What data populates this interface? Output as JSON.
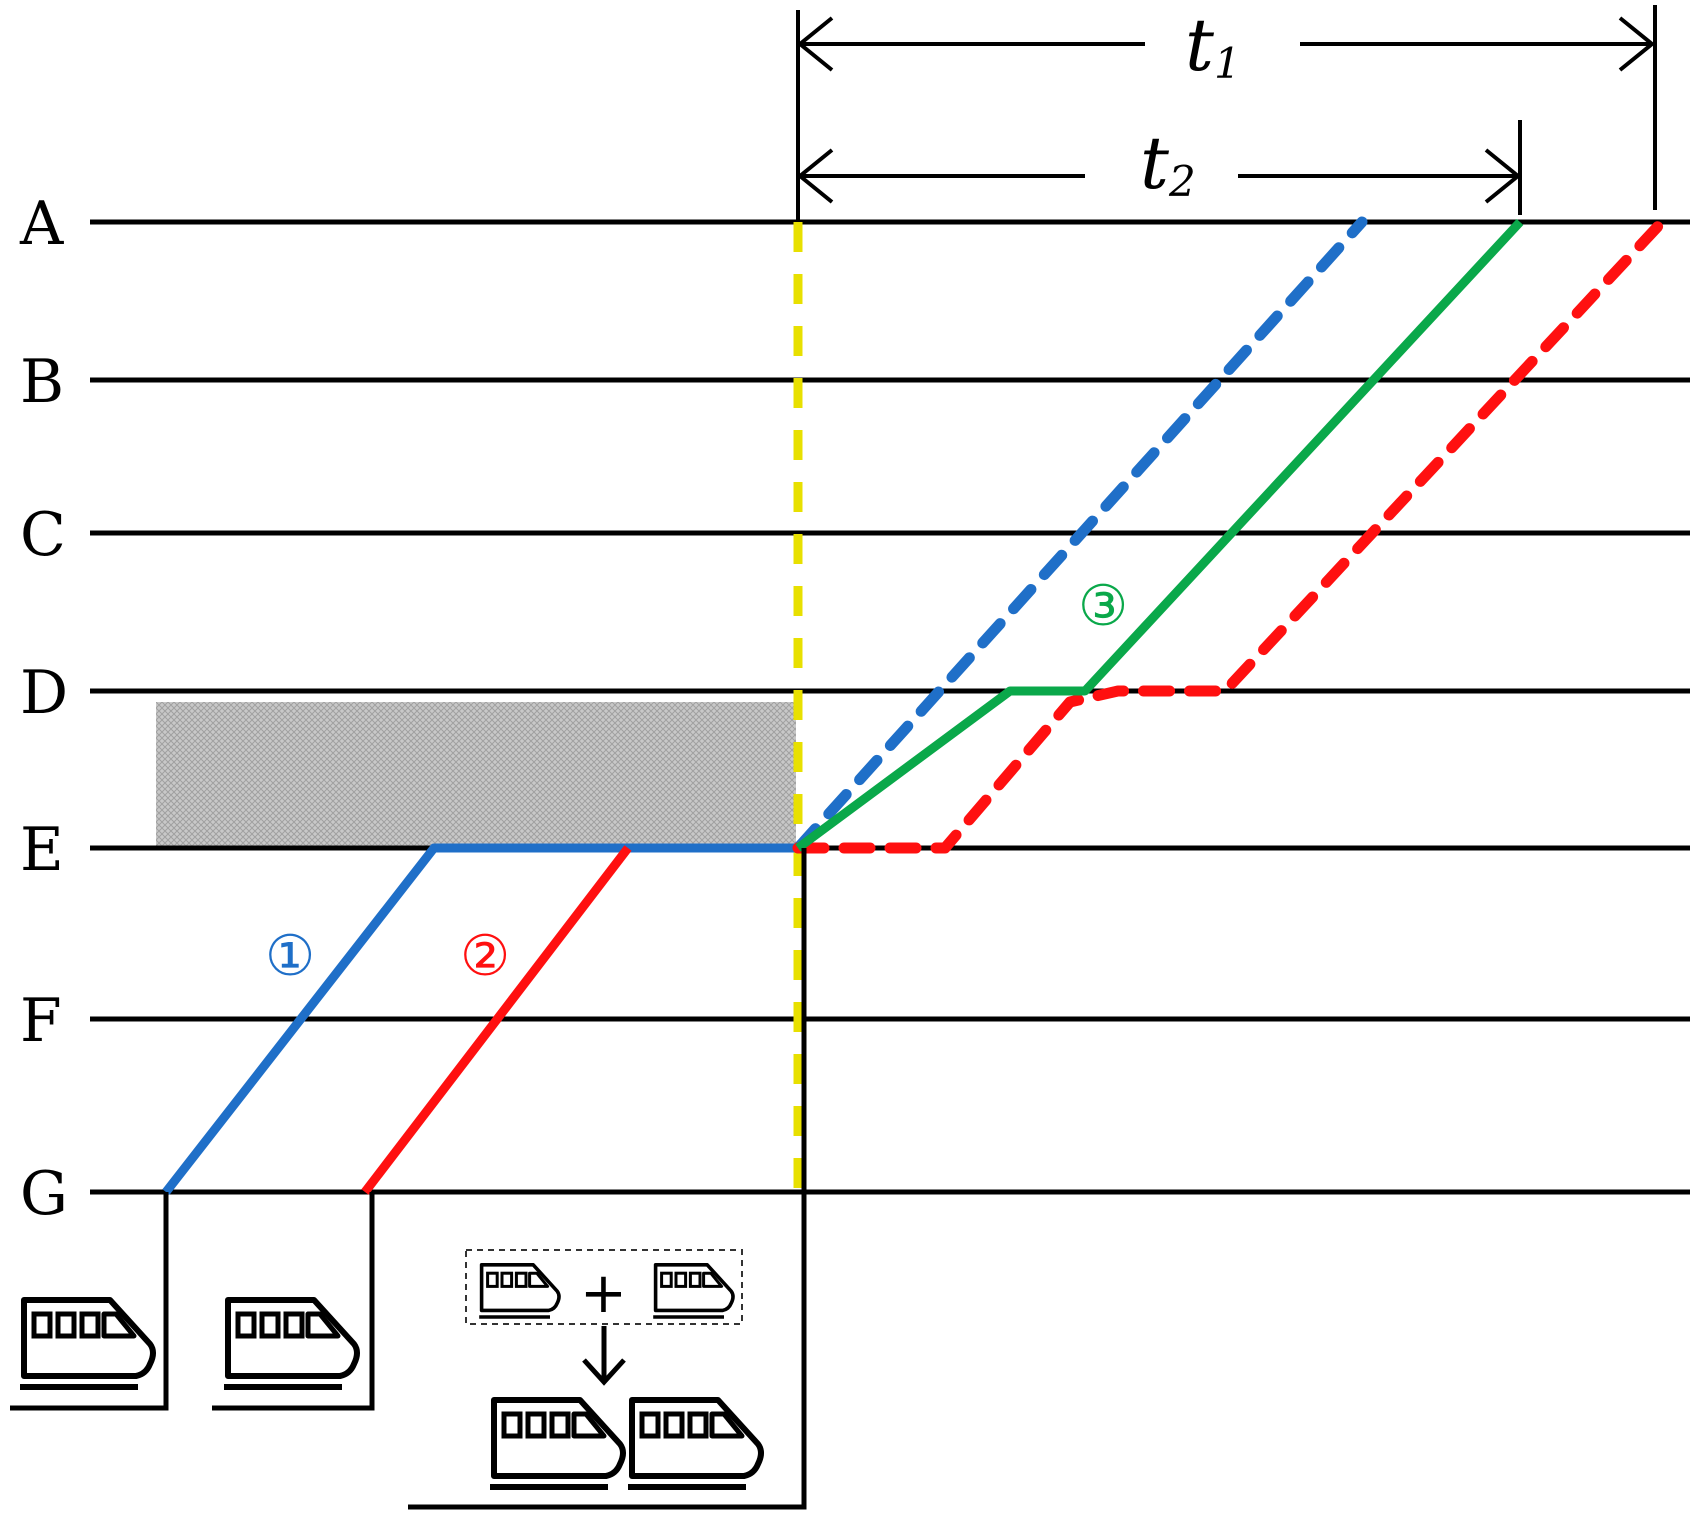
{
  "stations": [
    "A",
    "B",
    "C",
    "D",
    "E",
    "F",
    "G"
  ],
  "time_labels": [
    {
      "main": "t",
      "sub": "1"
    },
    {
      "main": "t",
      "sub": "2"
    }
  ],
  "trains": [
    {
      "label": "①",
      "color": "#1f6fc8"
    },
    {
      "label": "②",
      "color": "#ff1010"
    },
    {
      "label": "③",
      "color": "#0aa84a"
    }
  ],
  "coupling_symbol": "+",
  "colors": {
    "line": "#000000",
    "blue": "#1f6fc8",
    "red": "#ff1010",
    "green": "#0aa84a",
    "yellow": "#e8e000",
    "shade": "#b8b8b8"
  },
  "icons": [
    "train-icon",
    "coupled-train-icon",
    "arrow-down-icon"
  ]
}
